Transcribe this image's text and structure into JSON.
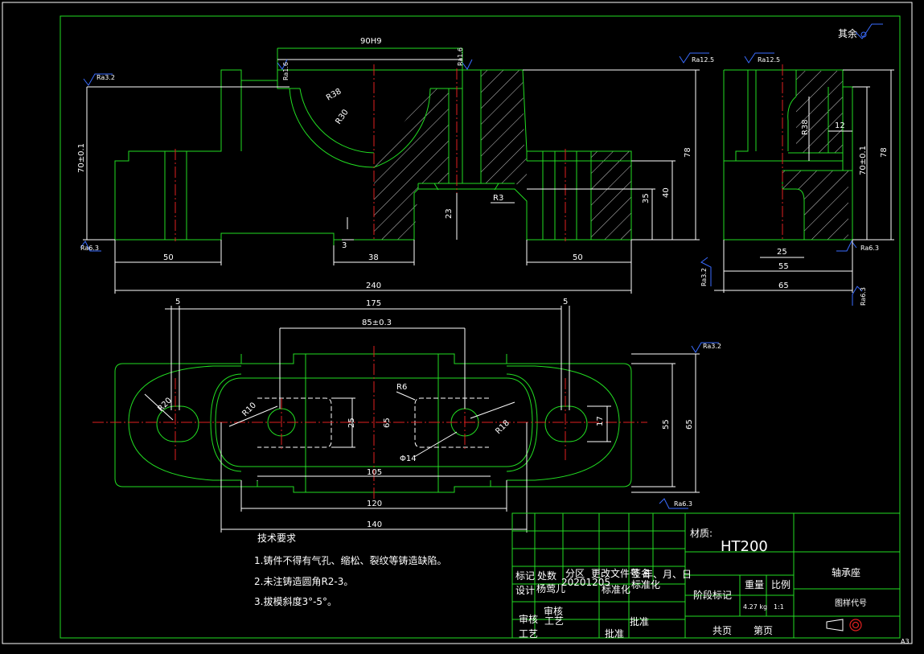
{
  "dimensions": {
    "top_width_bore": "90H9",
    "r38": "R38",
    "r30": "R30",
    "overall_height": "78",
    "height_tol": "70±0.1",
    "h40": "40",
    "h35": "35",
    "h23": "23",
    "r3": "R3",
    "gap3": "3",
    "w50_left": "50",
    "w38": "38",
    "w50_right": "50",
    "w240": "240",
    "side_r38": "R38",
    "side_12": "12",
    "side_78": "78",
    "side_70": "70±0.1",
    "side_25": "25",
    "side_55": "55",
    "side_65": "65",
    "plan_5_left": "5",
    "plan_175": "175",
    "plan_5_right": "5",
    "plan_85": "85±0.3",
    "plan_r6": "R6",
    "plan_r20": "R20",
    "plan_r10": "R10",
    "plan_r18": "R18",
    "plan_25": "25",
    "plan_65_mid": "65",
    "plan_phi14": "Φ14",
    "plan_17": "17",
    "plan_55": "55",
    "plan_65": "65",
    "plan_105": "105",
    "plan_120": "120",
    "plan_140": "140"
  },
  "roughness": {
    "ra32": "Ra3.2",
    "ra125": "Ra12.5",
    "ra16": "Ra1.6",
    "ra32_vert": "Ra3.2",
    "ra63": "Ra6.3",
    "rest": "其余"
  },
  "tech": {
    "title": "技术要求",
    "line1": "1.铸件不得有气孔、缩松、裂纹等铸造缺陷。",
    "line2": "2.未注铸造圆角R2-3。",
    "line3": "3.拔模斜度3°-5°。"
  },
  "title_block": {
    "material_label": "材质:",
    "material": "HT200",
    "part_name": "轴承座",
    "drawing_code": "图样代号",
    "row_mark": "标记",
    "row_count": "处数",
    "row_zone": "分区",
    "row_doc": "更改文件号",
    "row_sign": "签名",
    "row_date": "年、月、日",
    "design": "设计",
    "designer": "杨莺儿",
    "design_date": "20201205",
    "standardize": "标准化",
    "standardize2": "标准化",
    "stage_label": "阶段标记",
    "weight_label": "重量",
    "scale_label": "比例",
    "weight": "4.27 kg",
    "scale": "1:1",
    "review": "审核",
    "review2": "审核",
    "process": "工艺",
    "process2": "工艺",
    "approve": "批准",
    "approve2": "批准",
    "total_sheets": "共页",
    "sheet_no": "第页",
    "sheet_size": "A3"
  }
}
